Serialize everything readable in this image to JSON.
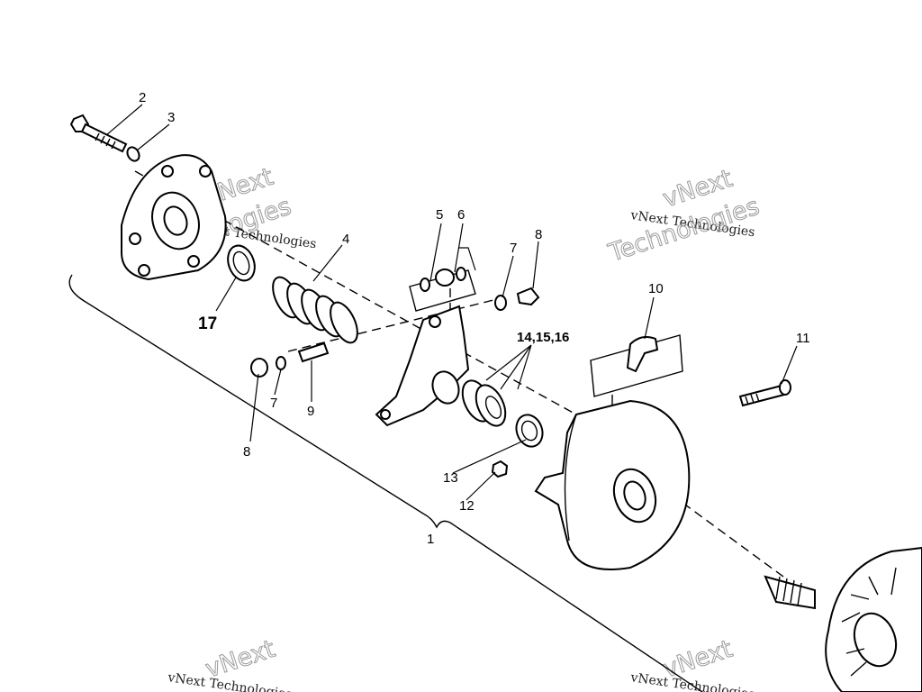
{
  "diagram": {
    "part_labels": [
      {
        "id": "1",
        "text": "1"
      },
      {
        "id": "2",
        "text": "2"
      },
      {
        "id": "3",
        "text": "3"
      },
      {
        "id": "4",
        "text": "4"
      },
      {
        "id": "5",
        "text": "5"
      },
      {
        "id": "6",
        "text": "6"
      },
      {
        "id": "7a",
        "text": "7"
      },
      {
        "id": "8a",
        "text": "8"
      },
      {
        "id": "7b",
        "text": "7"
      },
      {
        "id": "8b",
        "text": "8"
      },
      {
        "id": "9",
        "text": "9"
      },
      {
        "id": "10",
        "text": "10"
      },
      {
        "id": "11",
        "text": "11"
      },
      {
        "id": "12",
        "text": "12"
      },
      {
        "id": "13",
        "text": "13"
      },
      {
        "id": "141516",
        "text": "14,15,16"
      },
      {
        "id": "17",
        "text": "17"
      }
    ],
    "watermark": {
      "brand_top": "vNext",
      "brand_bottom": "Technologies",
      "brand_full": "vNext Technologies"
    }
  }
}
